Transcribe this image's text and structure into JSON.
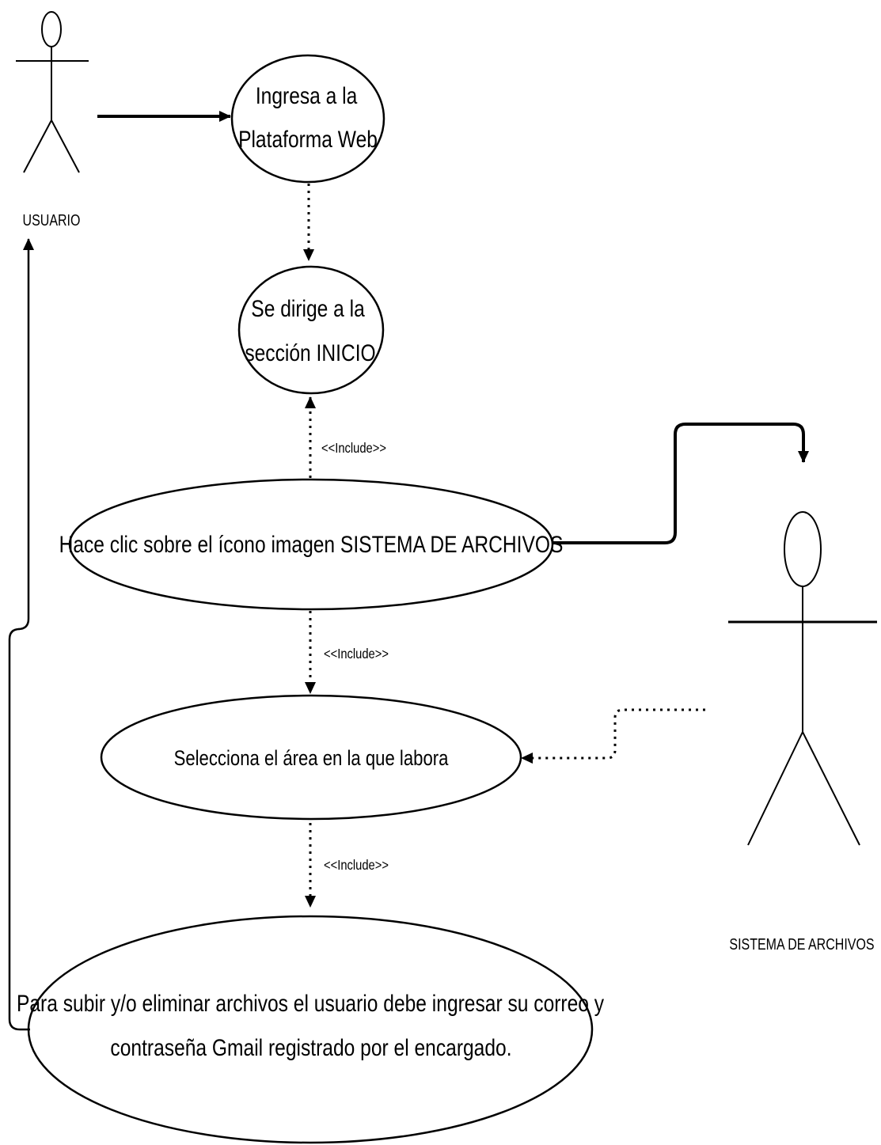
{
  "actors": {
    "usuario": {
      "label": "USUARIO"
    },
    "sistema": {
      "label": "SISTEMA DE ARCHIVOS"
    }
  },
  "use_cases": {
    "ingresa": {
      "line1": "Ingresa a la",
      "line2": "Plataforma Web"
    },
    "dirige": {
      "line1": "Se dirige a la",
      "line2": "sección INICIO"
    },
    "clic": {
      "line1": "Hace clic sobre el ícono imagen SISTEMA DE ARCHIVOS"
    },
    "selecciona": {
      "line1": "Selecciona el área en la que labora"
    },
    "subir": {
      "line1": "Para subir y/o eliminar archivos el usuario debe ingresar su correo y",
      "line2": "contraseña Gmail registrado por el encargado."
    }
  },
  "relations": {
    "include_1": "<<Include>>",
    "include_2": "<<Include>>",
    "include_3": "<<Include>>"
  }
}
